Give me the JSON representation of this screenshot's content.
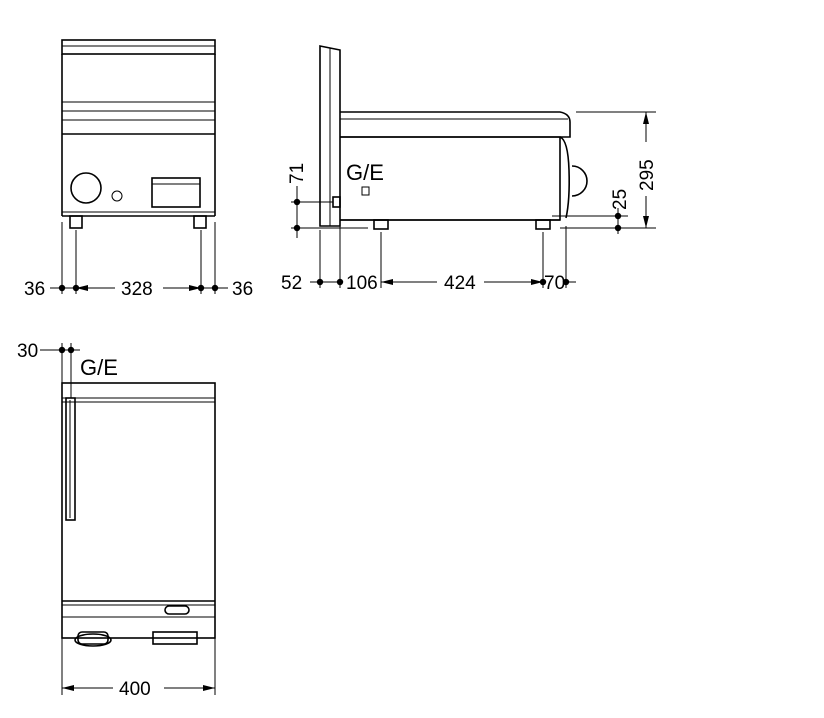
{
  "front_view": {
    "width_left": "36",
    "width_middle": "328",
    "width_right": "36"
  },
  "side_view": {
    "gas_electric_label": "G/E",
    "offset_71": "71",
    "dim_52": "52",
    "dim_106": "106",
    "dim_424": "424",
    "dim_70": "70",
    "height_295": "295",
    "height_25": "25"
  },
  "top_view": {
    "offset_30": "30",
    "gas_electric_label": "G/E",
    "overall_width": "400"
  }
}
